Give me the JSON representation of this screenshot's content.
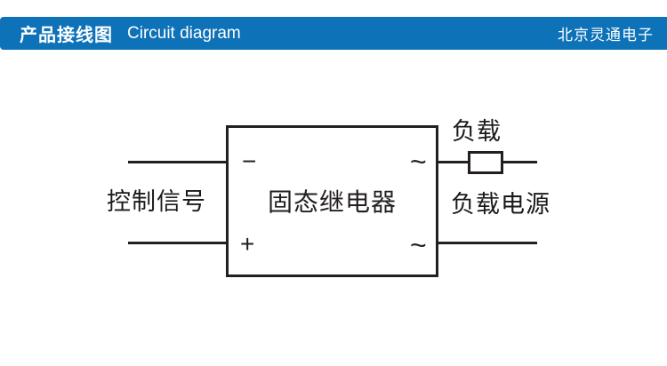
{
  "header": {
    "title_zh": "产品接线图",
    "title_en": "Circuit diagram",
    "company": "北京灵通电子",
    "bg_color": "#0e72b8",
    "text_color": "#ffffff"
  },
  "diagram": {
    "relay_label": "固态继电器",
    "control_signal_label": "控制信号",
    "load_label": "负载",
    "load_power_label": "负载电源",
    "minus_symbol": "−",
    "plus_symbol": "+",
    "ac_symbol_top": "~",
    "ac_symbol_bottom": "~",
    "line_color": "#231f20"
  }
}
